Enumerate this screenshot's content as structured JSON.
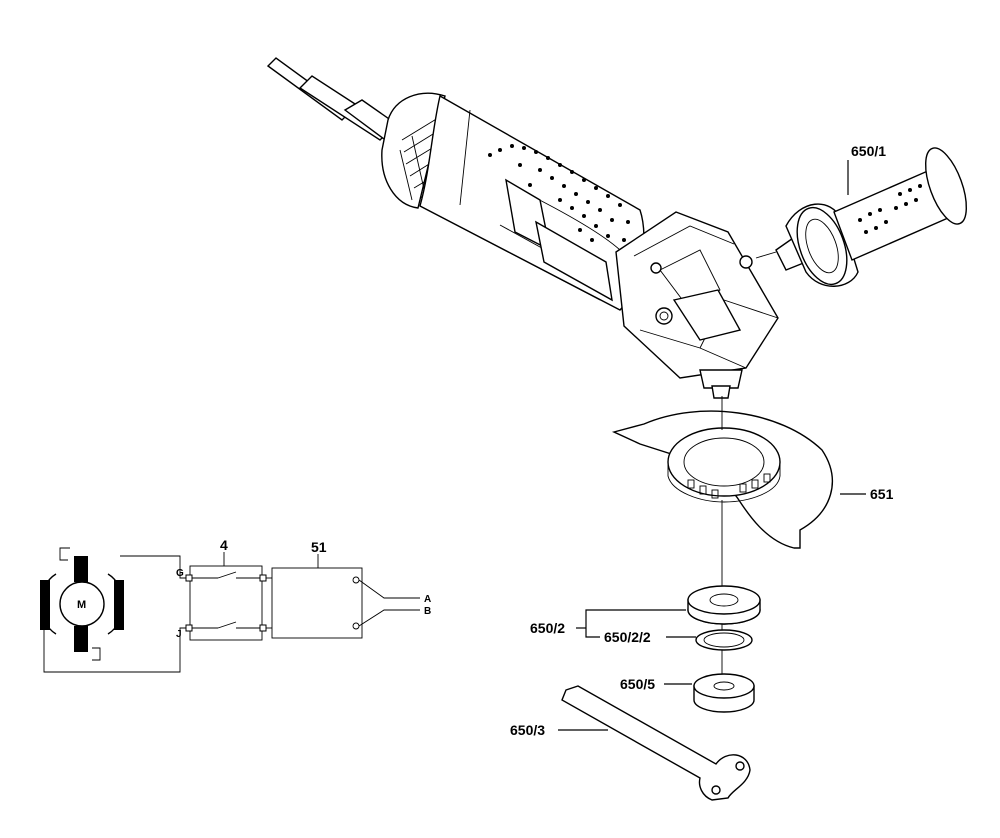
{
  "parts": {
    "p650_1": "650/1",
    "p651": "651",
    "p650_2": "650/2",
    "p650_2_2": "650/2/2",
    "p650_5": "650/5",
    "p650_3": "650/3"
  },
  "wiring": {
    "switch": "4",
    "module": "51",
    "motor": "M",
    "t_g": "G",
    "t_j": "J",
    "t_a": "A",
    "t_b": "B"
  },
  "icons": [
    "angle-grinder-icon",
    "side-handle-icon",
    "wheel-guard-icon",
    "flange-icon",
    "spanner-icon",
    "motor-icon"
  ]
}
